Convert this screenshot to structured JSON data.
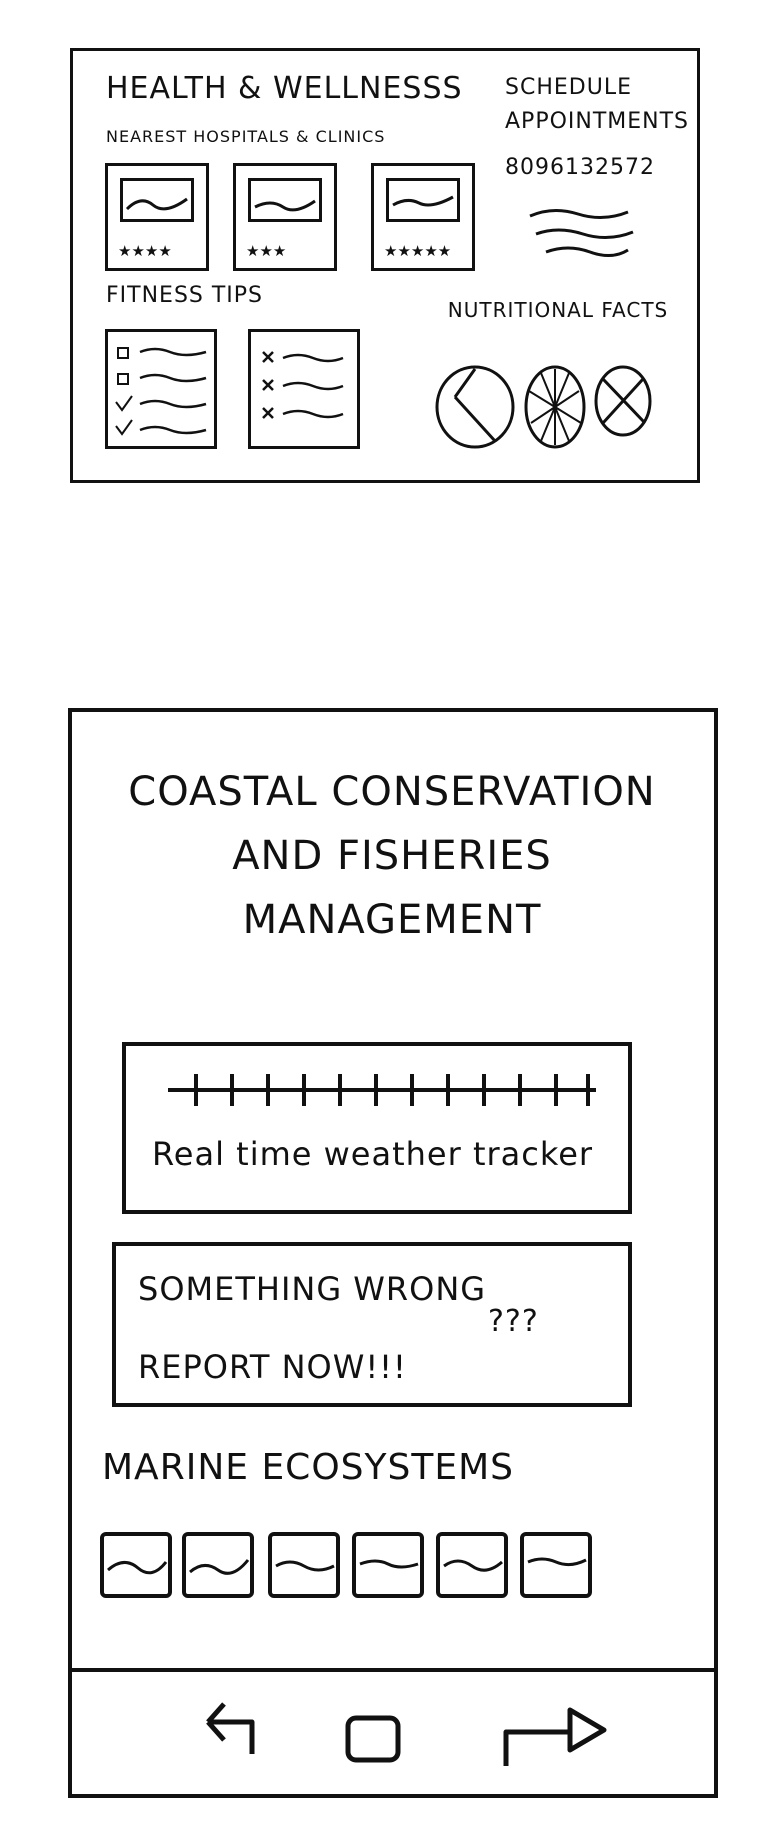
{
  "health": {
    "title": "HEALTH & WELLNESSS",
    "hospitals_heading": "NEAREST HOSPITALS & CLINICS",
    "hospitals": [
      {
        "rating": "★★★★"
      },
      {
        "rating": "★★★"
      },
      {
        "rating": "★★★★★"
      }
    ],
    "schedule_label": "SCHEDULE APPOINTMENTS",
    "phone": "8096132572",
    "fitness_heading": "FITNESS TIPS",
    "nutrition_heading": "NUTRITIONAL FACTS",
    "icons": {
      "hospital_image": "image-placeholder-icon",
      "checklist": "checklist-icon",
      "x_list": "x-list-icon",
      "pie": "pie-chart-icon"
    }
  },
  "coastal": {
    "title": "COASTAL CONSERVATION AND FISHERIES MANAGEMENT",
    "weather_label": "Real time weather tracker",
    "report_line1": "SOMETHING WRONG",
    "report_question": "???",
    "report_line2": "REPORT NOW!!!",
    "marine_title": "MARINE ECOSYSTEMS",
    "nav": {
      "back_icon": "back-arrow-icon",
      "home_icon": "home-square-icon",
      "forward_icon": "forward-arrow-icon"
    }
  },
  "colors": {
    "ink": "#111111",
    "paper": "#ffffff"
  }
}
